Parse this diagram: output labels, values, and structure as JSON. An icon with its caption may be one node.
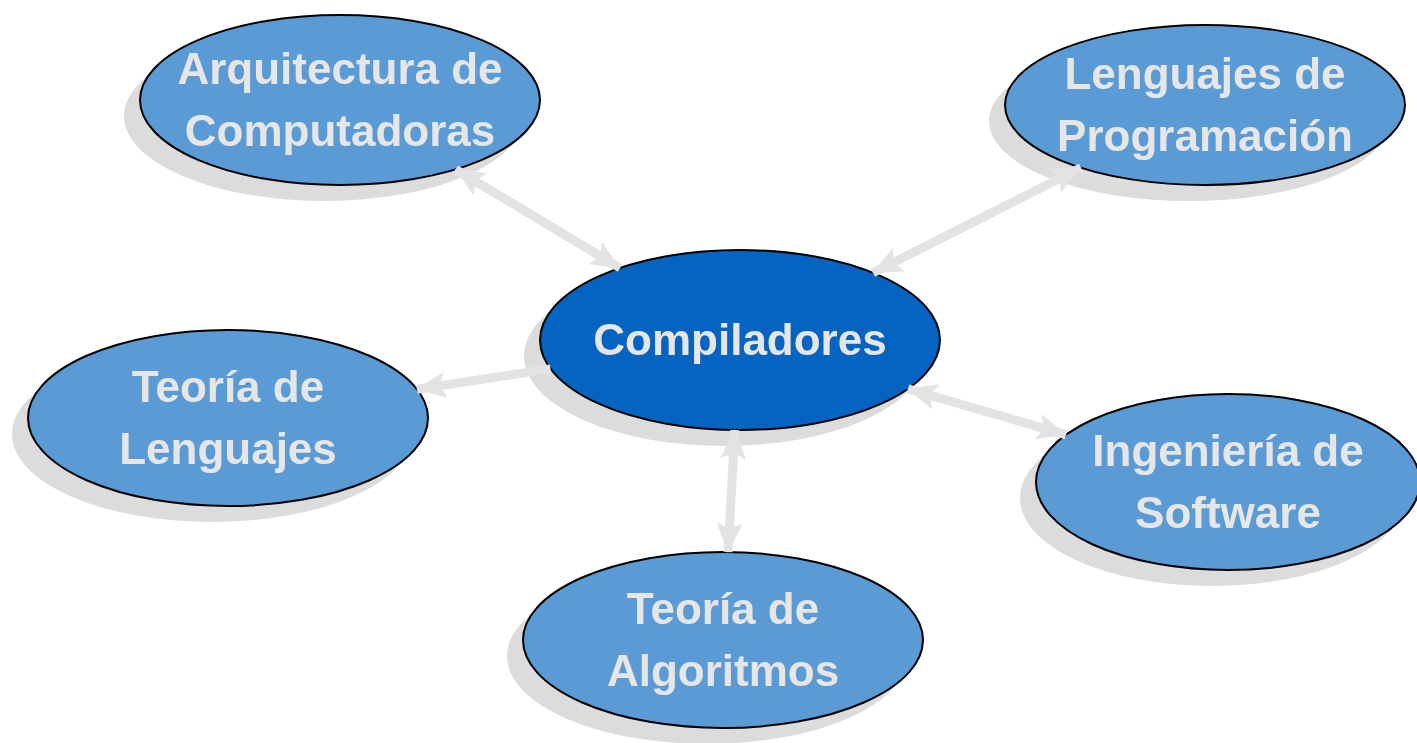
{
  "diagram": {
    "nodes": [
      {
        "text": [
          "Compiladores"
        ]
      },
      {
        "text": [
          "Arquitectura de Computadoras"
        ]
      },
      {
        "text": [
          "Lenguajes de Programación"
        ]
      },
      {
        "text": [
          "Teoría de Lenguajes"
        ]
      },
      {
        "text": [
          "Ingeniería de Software"
        ]
      },
      {
        "text": [
          "Teoría de Algoritmos"
        ]
      }
    ],
    "edges": [
      {
        "from": 1,
        "to": 0,
        "arrow": "both"
      },
      {
        "from": 2,
        "to": 0,
        "arrow": "both"
      },
      {
        "from": 0,
        "to": 3,
        "arrow": "to"
      },
      {
        "from": 0,
        "to": 5,
        "arrow": "both"
      },
      {
        "from": 0,
        "to": 4,
        "arrow": "both"
      }
    ]
  }
}
